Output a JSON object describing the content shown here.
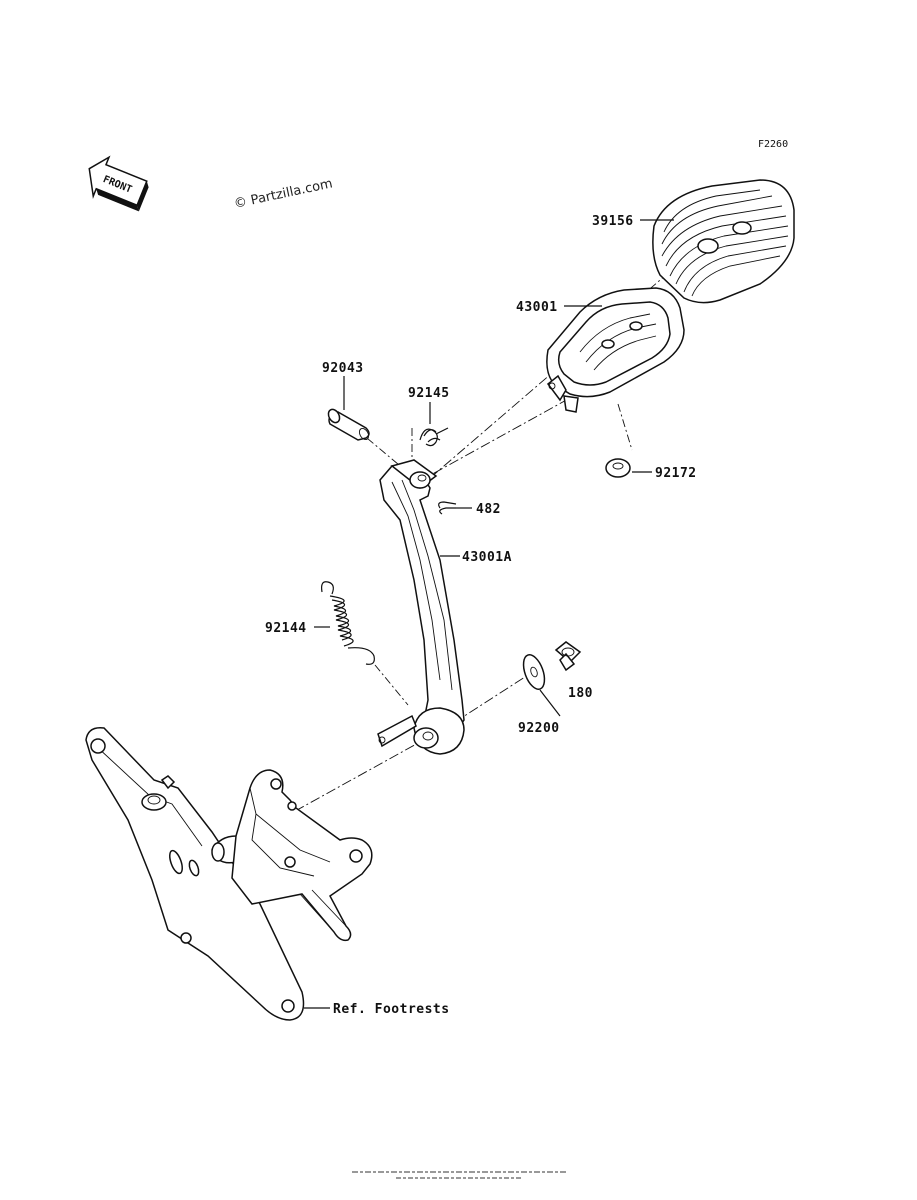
{
  "diagram_code": "F2260",
  "watermark": "© Partzilla.com",
  "front_label": "FRONT",
  "labels": {
    "p39156": "39156",
    "p43001": "43001",
    "p92043": "92043",
    "p92145": "92145",
    "p92172": "92172",
    "p482": "482",
    "p43001A": "43001A",
    "p92144": "92144",
    "p180": "180",
    "p92200": "92200",
    "ref": "Ref. Footrests"
  }
}
